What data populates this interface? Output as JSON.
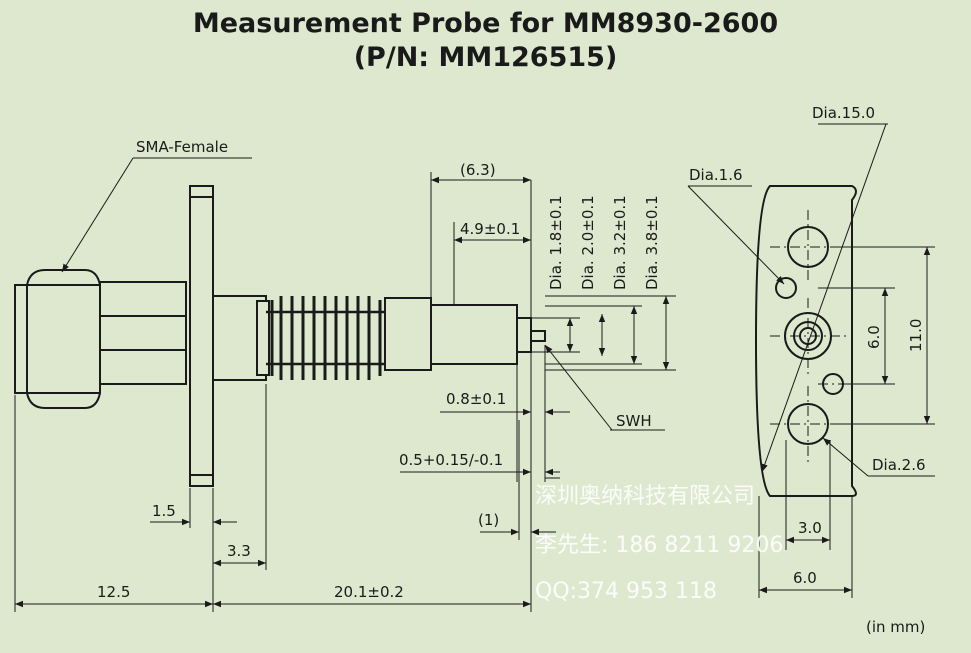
{
  "title": {
    "line1": "Measurement Probe for MM8930-2600",
    "line2": "(P/N: MM126515)"
  },
  "labels": {
    "sma": "SMA-Female",
    "d63": "(6.3)",
    "d49": "4.9±0.1",
    "dia18": "Dia. 1.8±0.1",
    "dia20": "Dia. 2.0±0.1",
    "dia32": "Dia. 3.2±0.1",
    "dia38": "Dia. 3.8±0.1",
    "d08": "0.8±0.1",
    "swh": "SWH",
    "d05": "0.5+0.15/-0.1",
    "d1": "(1)",
    "d15": "1.5",
    "d33": "3.3",
    "d125": "12.5",
    "d201": "20.1±0.2",
    "dia150": "Dia.15.0",
    "dia16": "Dia.1.6",
    "d60v": "6.0",
    "d110": "11.0",
    "dia26": "Dia.2.6",
    "d30": "3.0",
    "d60h": "6.0",
    "units": "(in mm)"
  },
  "watermark": {
    "line1": "深圳奥纳科技有限公司",
    "line2": "李先生: 186 8211 9206",
    "line3": "QQ:374 953 118"
  }
}
